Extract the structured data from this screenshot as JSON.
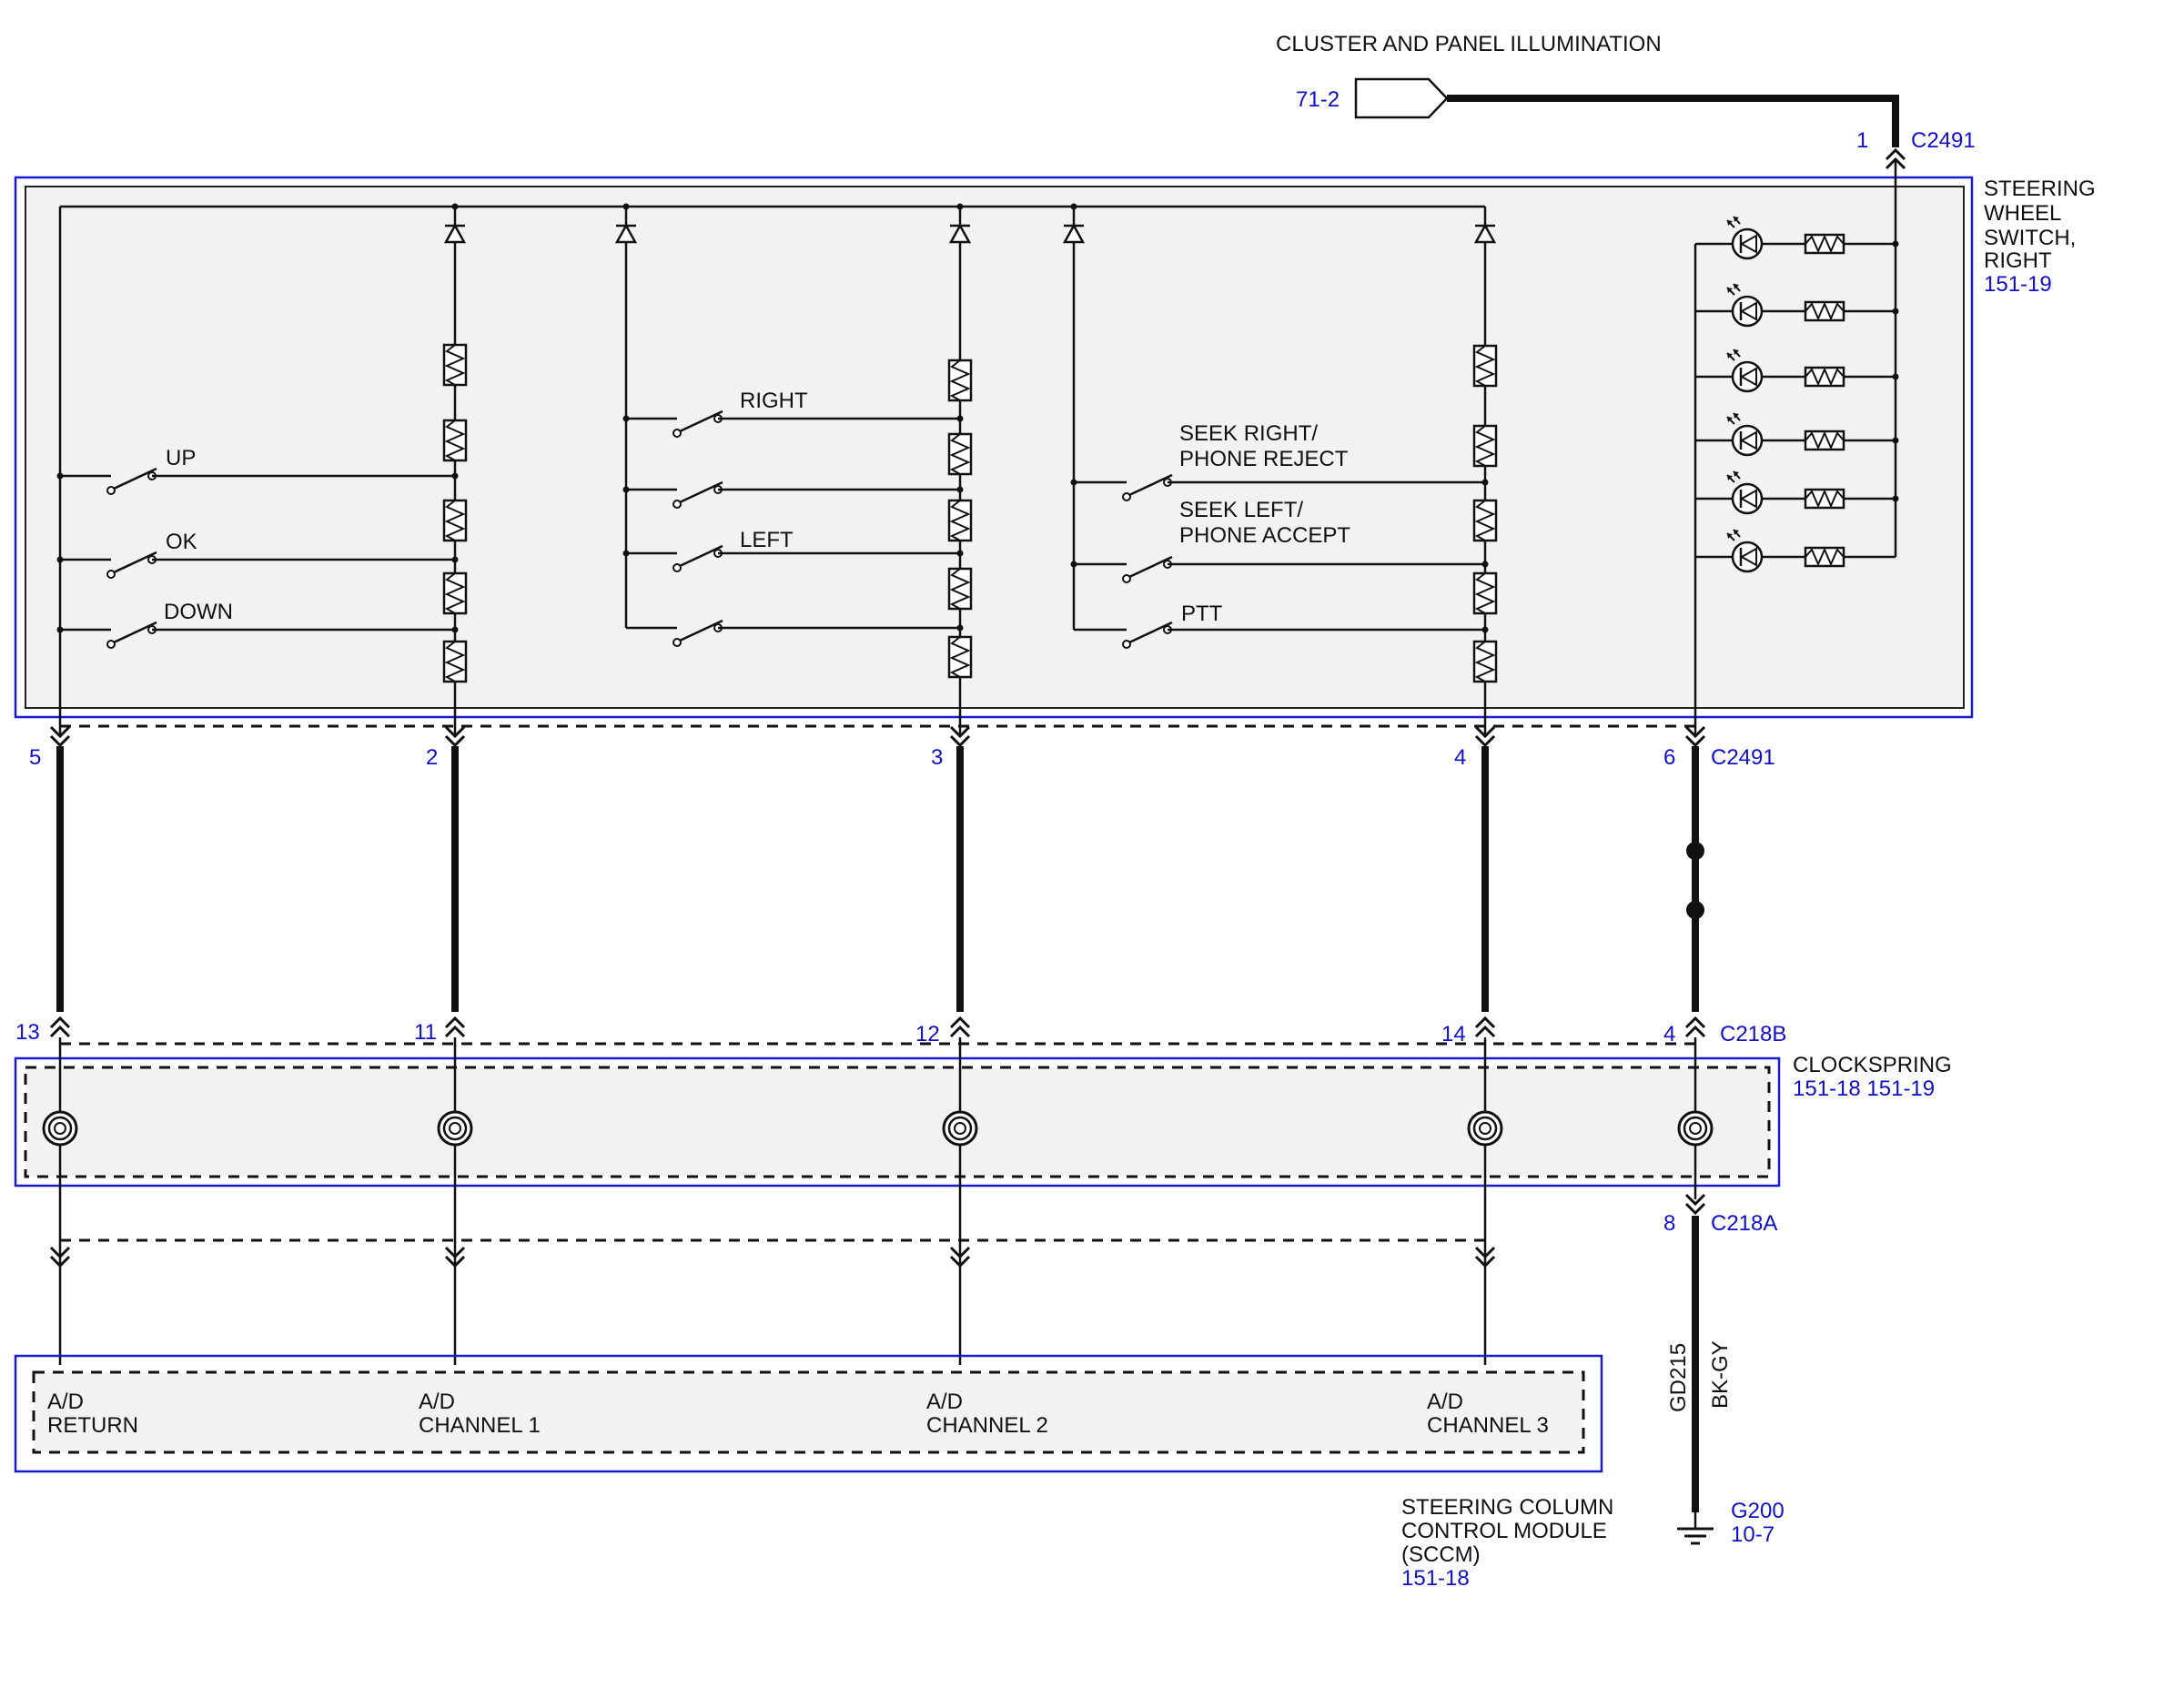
{
  "title": "CLUSTER AND PANEL ILLUMINATION",
  "colors": {
    "ref_blue": "#1010c8",
    "box_outline": "#1a1ad0",
    "module_fill": "#f2f2f2"
  },
  "source": {
    "ref": "71-2"
  },
  "steering_switch": {
    "name_lines": [
      "STEERING",
      "WHEEL",
      "SWITCH,",
      "RIGHT"
    ],
    "ref": "151-19",
    "connector": "C2491",
    "top_pin": "1",
    "bottom_pins": [
      "5",
      "2",
      "3",
      "4",
      "6"
    ],
    "switch_labels": {
      "up": "UP",
      "ok": "OK",
      "down": "DOWN",
      "right": "RIGHT",
      "left": "LEFT",
      "seek_right": [
        "SEEK RIGHT/",
        "PHONE REJECT"
      ],
      "seek_left": [
        "SEEK LEFT/",
        "PHONE ACCEPT"
      ],
      "ptt": "PTT"
    }
  },
  "clockspring": {
    "name": "CLOCKSPRING",
    "refs": "151-18  151-19",
    "connector_top": "C218B",
    "top_pins": [
      "13",
      "11",
      "12",
      "14",
      "4"
    ],
    "connector_bottom": "C218A",
    "bottom_pin": "8"
  },
  "ground_circuit": {
    "circuit": "GD215",
    "color": "BK-GY",
    "ground": "G200",
    "ground_ref": "10-7"
  },
  "sccm": {
    "name_lines": [
      "STEERING COLUMN",
      "CONTROL MODULE",
      "(SCCM)"
    ],
    "ref": "151-18",
    "pins": [
      {
        "line1": "A/D",
        "line2": "RETURN"
      },
      {
        "line1": "A/D",
        "line2": "CHANNEL 1"
      },
      {
        "line1": "A/D",
        "line2": "CHANNEL 2"
      },
      {
        "line1": "A/D",
        "line2": "CHANNEL 3"
      }
    ]
  }
}
